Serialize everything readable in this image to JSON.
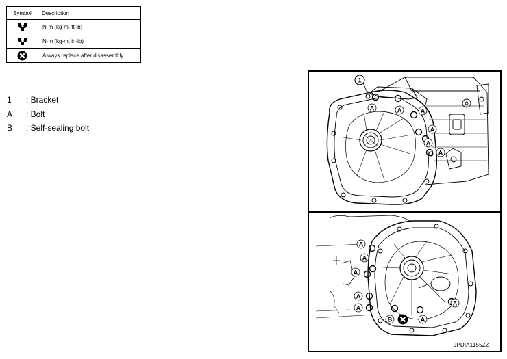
{
  "symbol_table": {
    "header_symbol": "Symbol",
    "header_description": "Description",
    "rows": [
      {
        "icon": "torque-wrench-icon",
        "description": "N·m (kg-m, ft-lb)"
      },
      {
        "icon": "small-torque-wrench-icon",
        "description": "N·m (kg-m, in-lb)"
      },
      {
        "icon": "replace-x-icon",
        "description": "Always replace after disassembly."
      }
    ]
  },
  "legend": [
    {
      "key": "1",
      "label": ": Bracket"
    },
    {
      "key": "A",
      "label": ": Bolt"
    },
    {
      "key": "B",
      "label": ": Self-sealing bolt"
    }
  ],
  "figure": {
    "callout_1": "1",
    "callout_a": "A",
    "callout_b": "B",
    "code": "JPDIA1155ZZ"
  }
}
